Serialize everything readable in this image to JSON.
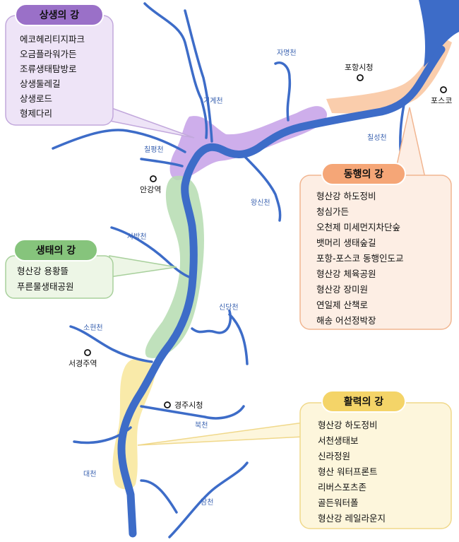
{
  "rivers": {
    "gigyecheon": "기계천",
    "jamyeongcheon": "자명천",
    "chilseongcheon": "칠성천",
    "chilpyeongcheon": "칠평천",
    "wangsincheon": "왕신천",
    "sabangcheon": "사방천",
    "sindangcheon": "신당천",
    "sohyeoncheon": "소현천",
    "bukcheon": "북천",
    "daecheon": "대천",
    "namcheon": "남천"
  },
  "places": {
    "pohang_city_hall": "포항시청",
    "posco": "포스코",
    "angang_station": "안강역",
    "seogyeongju_station": "서경주역",
    "gyeongju_city_hall": "경주시청"
  },
  "zones": {
    "sangsaeng": {
      "title": "상생의 강",
      "color": "#a070d0",
      "items": [
        "에코헤리티지파크",
        "오금플라워가든",
        "조류생태탐방로",
        "상생둘레길",
        "상생로드",
        "형제다리"
      ]
    },
    "donghaeng": {
      "title": "동행의 강",
      "color": "#f4a070",
      "items": [
        "형산강 하도정비",
        "청심가든",
        "오천제 미세먼지차단숲",
        "뱃머리 생태숲길",
        "포항-포스코 동행인도교",
        "형산강 체육공원",
        "형산강 장미원",
        "연일제 산책로",
        "해송 어선정박장"
      ]
    },
    "saengtae": {
      "title": "생태의 강",
      "color": "#80c080",
      "items": [
        "형산강 용황뜰",
        "푸른물생태공원"
      ]
    },
    "hwallyeok": {
      "title": "활력의 강",
      "color": "#f0d060",
      "items": [
        "형산강 하도정비",
        "서천생태보",
        "신라정원",
        "형산 워터프론트",
        "리버스포츠존",
        "골든워터폴",
        "형산강 레일라운지"
      ]
    }
  },
  "colors": {
    "river": "#3d6cc8"
  }
}
